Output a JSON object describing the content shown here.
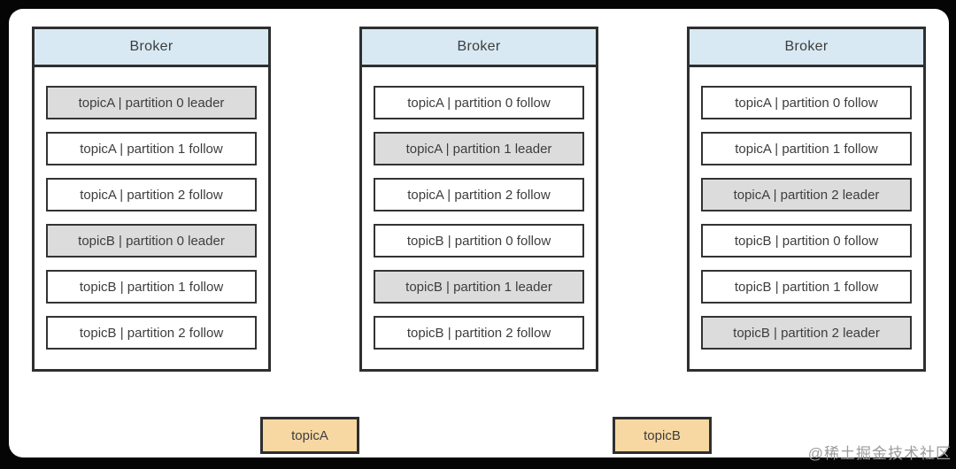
{
  "watermark": "@稀土掘金技术社区",
  "brokers": [
    {
      "title": "Broker",
      "partitions": [
        {
          "label": "topicA | partition 0 leader",
          "leader": true
        },
        {
          "label": "topicA | partition 1 follow",
          "leader": false
        },
        {
          "label": "topicA | partition 2 follow",
          "leader": false
        },
        {
          "label": "topicB | partition 0 leader",
          "leader": true
        },
        {
          "label": "topicB | partition 1 follow",
          "leader": false
        },
        {
          "label": "topicB | partition 2 follow",
          "leader": false
        }
      ]
    },
    {
      "title": "Broker",
      "partitions": [
        {
          "label": "topicA | partition 0 follow",
          "leader": false
        },
        {
          "label": "topicA | partition 1 leader",
          "leader": true
        },
        {
          "label": "topicA | partition 2 follow",
          "leader": false
        },
        {
          "label": "topicB | partition 0 follow",
          "leader": false
        },
        {
          "label": "topicB | partition 1 leader",
          "leader": true
        },
        {
          "label": "topicB | partition 2 follow",
          "leader": false
        }
      ]
    },
    {
      "title": "Broker",
      "partitions": [
        {
          "label": "topicA | partition 0 follow",
          "leader": false
        },
        {
          "label": "topicA | partition 1 follow",
          "leader": false
        },
        {
          "label": "topicA | partition 2 leader",
          "leader": true
        },
        {
          "label": "topicB | partition 0 follow",
          "leader": false
        },
        {
          "label": "topicB | partition 1 follow",
          "leader": false
        },
        {
          "label": "topicB | partition 2 leader",
          "leader": true
        }
      ]
    }
  ],
  "topics": [
    {
      "label": "topicA"
    },
    {
      "label": "topicB"
    }
  ],
  "colors": {
    "broker_header_bg": "#d8e9f3",
    "leader_bg": "#dcdcdc",
    "follower_bg": "#ffffff",
    "topic_bg": "#f7d8a3",
    "border": "#2f2f2f",
    "text": "#3d3d3d",
    "watermark": "#9b9b9b",
    "frame_bg": "#050505",
    "card_bg": "#ffffff"
  }
}
